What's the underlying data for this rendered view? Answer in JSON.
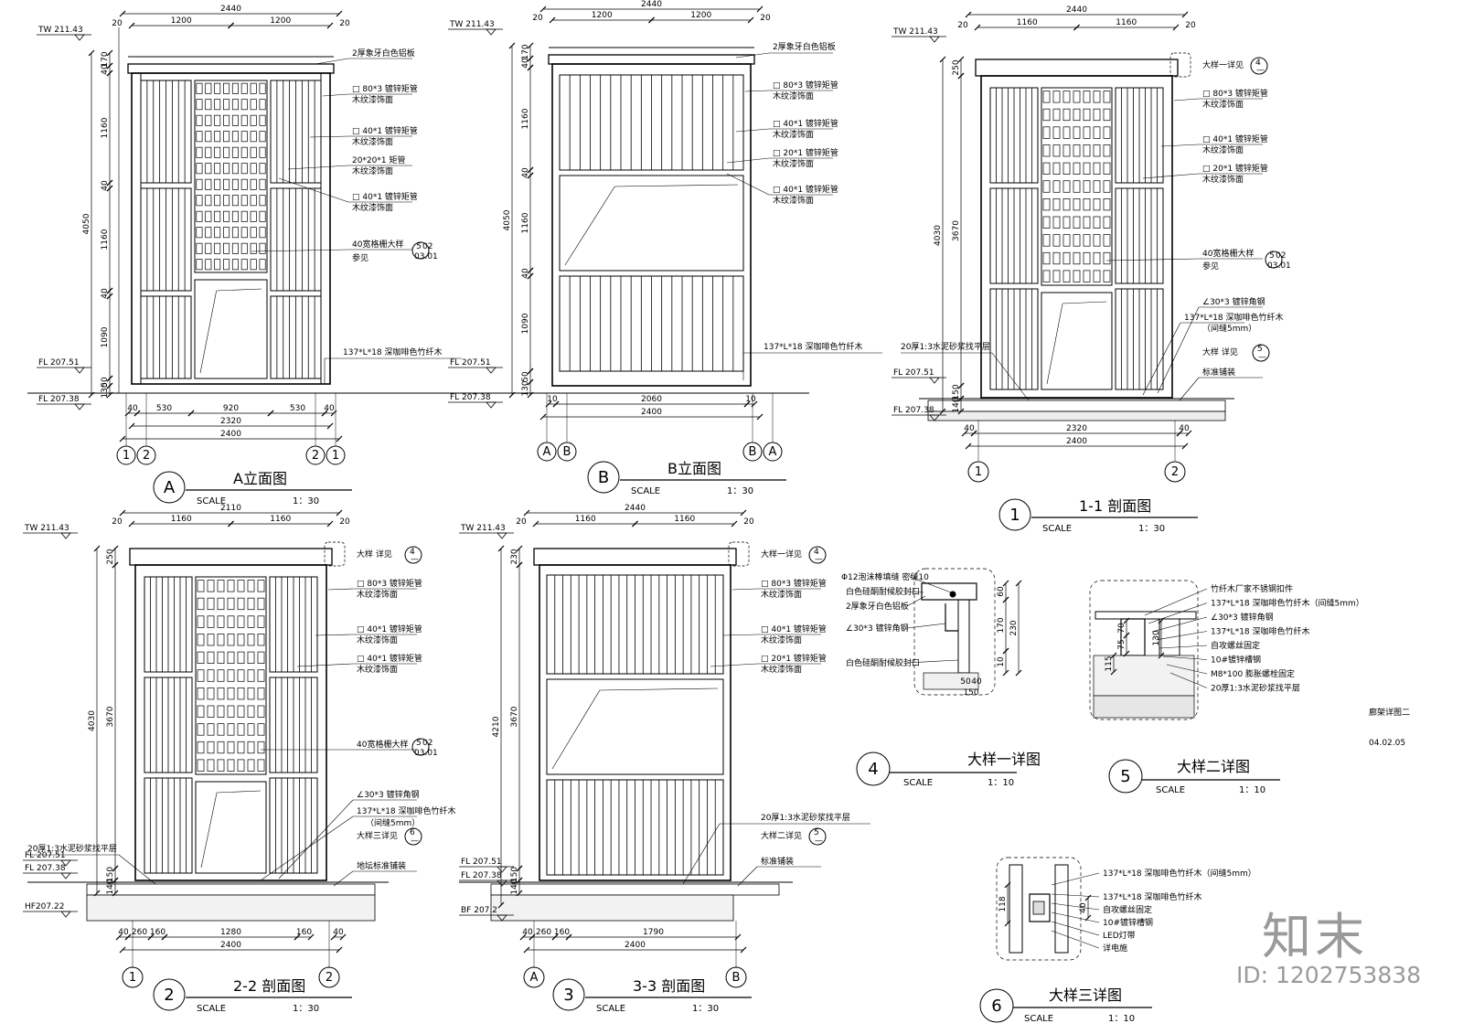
{
  "views": {
    "A": {
      "marker": "A",
      "title": "A立面图",
      "scale_label": "SCALE",
      "scale_value": "1：30",
      "dims_top": [
        "2440",
        "1200",
        "1200",
        "20",
        "20"
      ],
      "dims_bottom": [
        "40",
        "530",
        "920",
        "530",
        "40",
        "2320",
        "2400"
      ],
      "dims_left": [
        "170",
        "40",
        "1160",
        "40",
        "1160",
        "40",
        "1090",
        "50",
        "130"
      ],
      "dims_left_total": "4050",
      "levels": [
        "TW 211.43",
        "FL 207.51",
        "FL 207.38"
      ],
      "axes": [
        "1",
        "2",
        "2",
        "1"
      ],
      "notes": [
        "2厚象牙白色铝板",
        "□ 80*3 镀锌矩管",
        "木纹漆饰面",
        "□ 40*1 镀锌矩管",
        "木纹漆饰面",
        "20*20*1 矩管",
        "木纹漆饰面",
        "□ 40*1 镀锌矩管",
        "木纹漆饰面",
        "40宽格栅大样",
        "参见",
        "137*L*18 深咖啡色竹纤木"
      ],
      "ref": [
        "5",
        "02",
        "03.01"
      ]
    },
    "B": {
      "marker": "B",
      "title": "B立面图",
      "scale_label": "SCALE",
      "scale_value": "1：30",
      "dims_top": [
        "2440",
        "1200",
        "1200",
        "20",
        "20"
      ],
      "dims_bottom": [
        "10",
        "2060",
        "10",
        "2400"
      ],
      "dims_left": [
        "170",
        "40",
        "1160",
        "40",
        "1160",
        "40",
        "1090",
        "50",
        "130"
      ],
      "dims_left_total": "4050",
      "levels": [
        "TW 211.43",
        "FL 207.51",
        "FL 207.38"
      ],
      "axes": [
        "A",
        "B",
        "B",
        "A"
      ],
      "notes": [
        "2厚象牙白色铝板",
        "□ 80*3 镀锌矩管",
        "木纹漆饰面",
        "□ 40*1 镀锌矩管",
        "木纹漆饰面",
        "□ 20*1 镀锌矩管",
        "木纹漆饰面",
        "□ 40*1 镀锌矩管",
        "木纹漆饰面",
        "137*L*18 深咖啡色竹纤木"
      ]
    },
    "S11": {
      "marker": "1",
      "title": "1-1 剖面图",
      "scale_label": "SCALE",
      "scale_value": "1：30",
      "dims_top": [
        "2440",
        "1160",
        "1160",
        "20",
        "20"
      ],
      "dims_bottom": [
        "40",
        "2320",
        "40",
        "2400"
      ],
      "dims_left": [
        "250",
        "3670",
        "150",
        "140"
      ],
      "dims_left_total": "4030",
      "levels": [
        "TW 211.43",
        "FL 207.51",
        "FL 207.38"
      ],
      "axes": [
        "1",
        "2"
      ],
      "notes": [
        "大样一详见",
        "□ 80*3 镀锌矩管",
        "木纹漆饰面",
        "□ 40*1 镀锌矩管",
        "木纹漆饰面",
        "□ 20*1 镀锌矩管",
        "木纹漆饰面",
        "40宽格栅大样",
        "参见",
        "∠30*3 镀锌角钢",
        "137*L*18 深咖啡色竹纤木",
        "（间缝5mm）",
        "20厚1:3水泥砂浆找平层",
        "大样  详见",
        "标准铺装"
      ],
      "ref": [
        "5",
        "02",
        "03.01"
      ],
      "detail_ref": [
        "4",
        "—"
      ],
      "detail_ref2": [
        "5",
        "—"
      ]
    },
    "S22": {
      "marker": "2",
      "title": "2-2 剖面图",
      "scale_label": "SCALE",
      "scale_value": "1：30",
      "dims_top": [
        "2110",
        "1160",
        "1160",
        "20",
        "20"
      ],
      "dims_bottom": [
        "40",
        "260",
        "160",
        "1280",
        "160",
        "40",
        "2400"
      ],
      "dims_left": [
        "250",
        "3670",
        "150",
        "140"
      ],
      "dims_left_total": "4030",
      "levels": [
        "TW 211.43",
        "FL 207.51",
        "FL 207.38",
        "HF207.22"
      ],
      "axes": [
        "1",
        "2"
      ],
      "notes": [
        "大样  详见",
        "□ 80*3 镀锌矩管",
        "木纹漆饰面",
        "□ 40*1 镀锌矩管",
        "木纹漆饰面",
        "□ 40*1 镀锌矩管",
        "木纹漆饰面",
        "40宽格栅大样",
        "∠30*3 镀锌角钢",
        "137*L*18 深咖啡色竹纤木",
        "（间缝5mm）",
        "大样三详见",
        "20厚1:3水泥砂浆找平层",
        "地坛标准铺装"
      ],
      "ref": [
        "5",
        "02",
        "03.01"
      ],
      "detail_ref": [
        "4",
        "—"
      ],
      "detail_ref2": [
        "6",
        "—"
      ]
    },
    "S33": {
      "marker": "3",
      "title": "3-3 剖面图",
      "scale_label": "SCALE",
      "scale_value": "1：30",
      "dims_top": [
        "2440",
        "1160",
        "1160",
        "20",
        "20"
      ],
      "dims_bottom": [
        "40",
        "260",
        "160",
        "1790",
        "2400"
      ],
      "dims_left": [
        "230",
        "3670",
        "150",
        "140"
      ],
      "dims_left_total": "4210",
      "levels": [
        "TW 211.43",
        "FL 207.51",
        "FL 207.38",
        "BF 207.2"
      ],
      "axes": [
        "A",
        "B"
      ],
      "notes": [
        "大样一详见",
        "□ 80*3 镀锌矩管",
        "木纹漆饰面",
        "□ 40*1 镀锌矩管",
        "木纹漆饰面",
        "□ 20*1 镀锌矩管",
        "木纹漆饰面",
        "20厚1:3水泥砂浆找平层",
        "大样二详见",
        "标准铺装"
      ],
      "detail_ref": [
        "4",
        "—"
      ],
      "detail_ref2": [
        "5",
        "—"
      ]
    }
  },
  "details": {
    "D4": {
      "marker": "4",
      "title": "大样一详图",
      "scale_label": "SCALE",
      "scale_value": "1：10",
      "notes": [
        "Φ12泡沫棒填缝 密缝10",
        "白色硅酮耐候胶封口",
        "2厚象牙白色铝板",
        "∠30*3 镀锌角钢",
        "白色硅酮耐候胶封口"
      ],
      "dims": [
        "60",
        "170",
        "230",
        "10",
        "50",
        "40",
        "150"
      ]
    },
    "D5": {
      "marker": "5",
      "title": "大样二详图",
      "scale_label": "SCALE",
      "scale_value": "1：10",
      "notes": [
        "竹纤木厂家不锈钢扣件",
        "137*L*18 深咖啡色竹纤木（间缝5mm）",
        "∠30*3 镀锌角钢",
        "137*L*18 深咖啡色竹纤木",
        "自攻螺丝固定",
        "10#镀锌槽钢",
        "M8*100 膨胀螺栓固定",
        "20厚1:3水泥砂浆找平层"
      ],
      "dims": [
        "130",
        "70",
        "75",
        "115"
      ]
    },
    "D6": {
      "marker": "6",
      "title": "大样三详图",
      "scale_label": "SCALE",
      "scale_value": "1：10",
      "notes": [
        "137*L*18 深咖啡色竹纤木（间缝5mm）",
        "137*L*18 深咖啡色竹纤木",
        "自攻螺丝固定",
        "10#镀锌槽钢",
        "LED灯带",
        "详电施"
      ],
      "dims": [
        "118",
        "40"
      ]
    }
  },
  "sheet": {
    "name": "廊架详图二",
    "number": "04.02.05"
  },
  "brand": {
    "logo": "知末",
    "id": "ID: 1202753838"
  }
}
